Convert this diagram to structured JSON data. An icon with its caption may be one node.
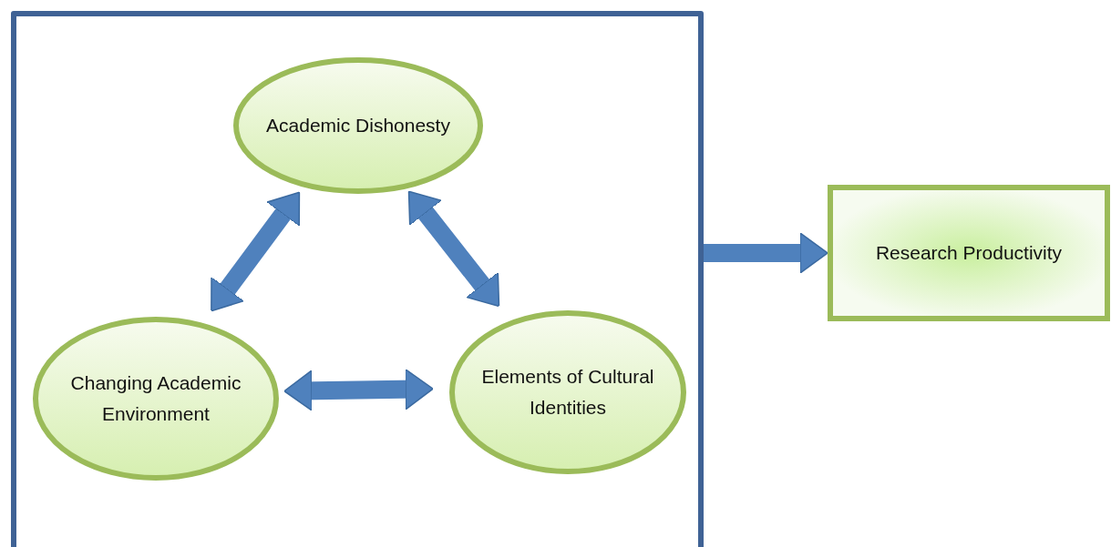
{
  "diagram": {
    "nodes": [
      {
        "text": [],
        "shape": "box"
      },
      {
        "text": [
          "Academic Dishonesty"
        ],
        "in": 0
      },
      {
        "text": [
          "Changing Academic Environment"
        ],
        "in": 0
      },
      {
        "text": [
          "Elements of Cultural Identities"
        ],
        "in": 0
      },
      {
        "text": [
          "Research Productivity"
        ]
      }
    ],
    "edges": [
      {
        "from": 1,
        "to": 2,
        "arrow": "both"
      },
      {
        "from": 1,
        "to": 3,
        "arrow": "both"
      },
      {
        "from": 2,
        "to": 3,
        "arrow": "both"
      },
      {
        "from": 0,
        "to": 4,
        "arrow": "to"
      }
    ]
  }
}
